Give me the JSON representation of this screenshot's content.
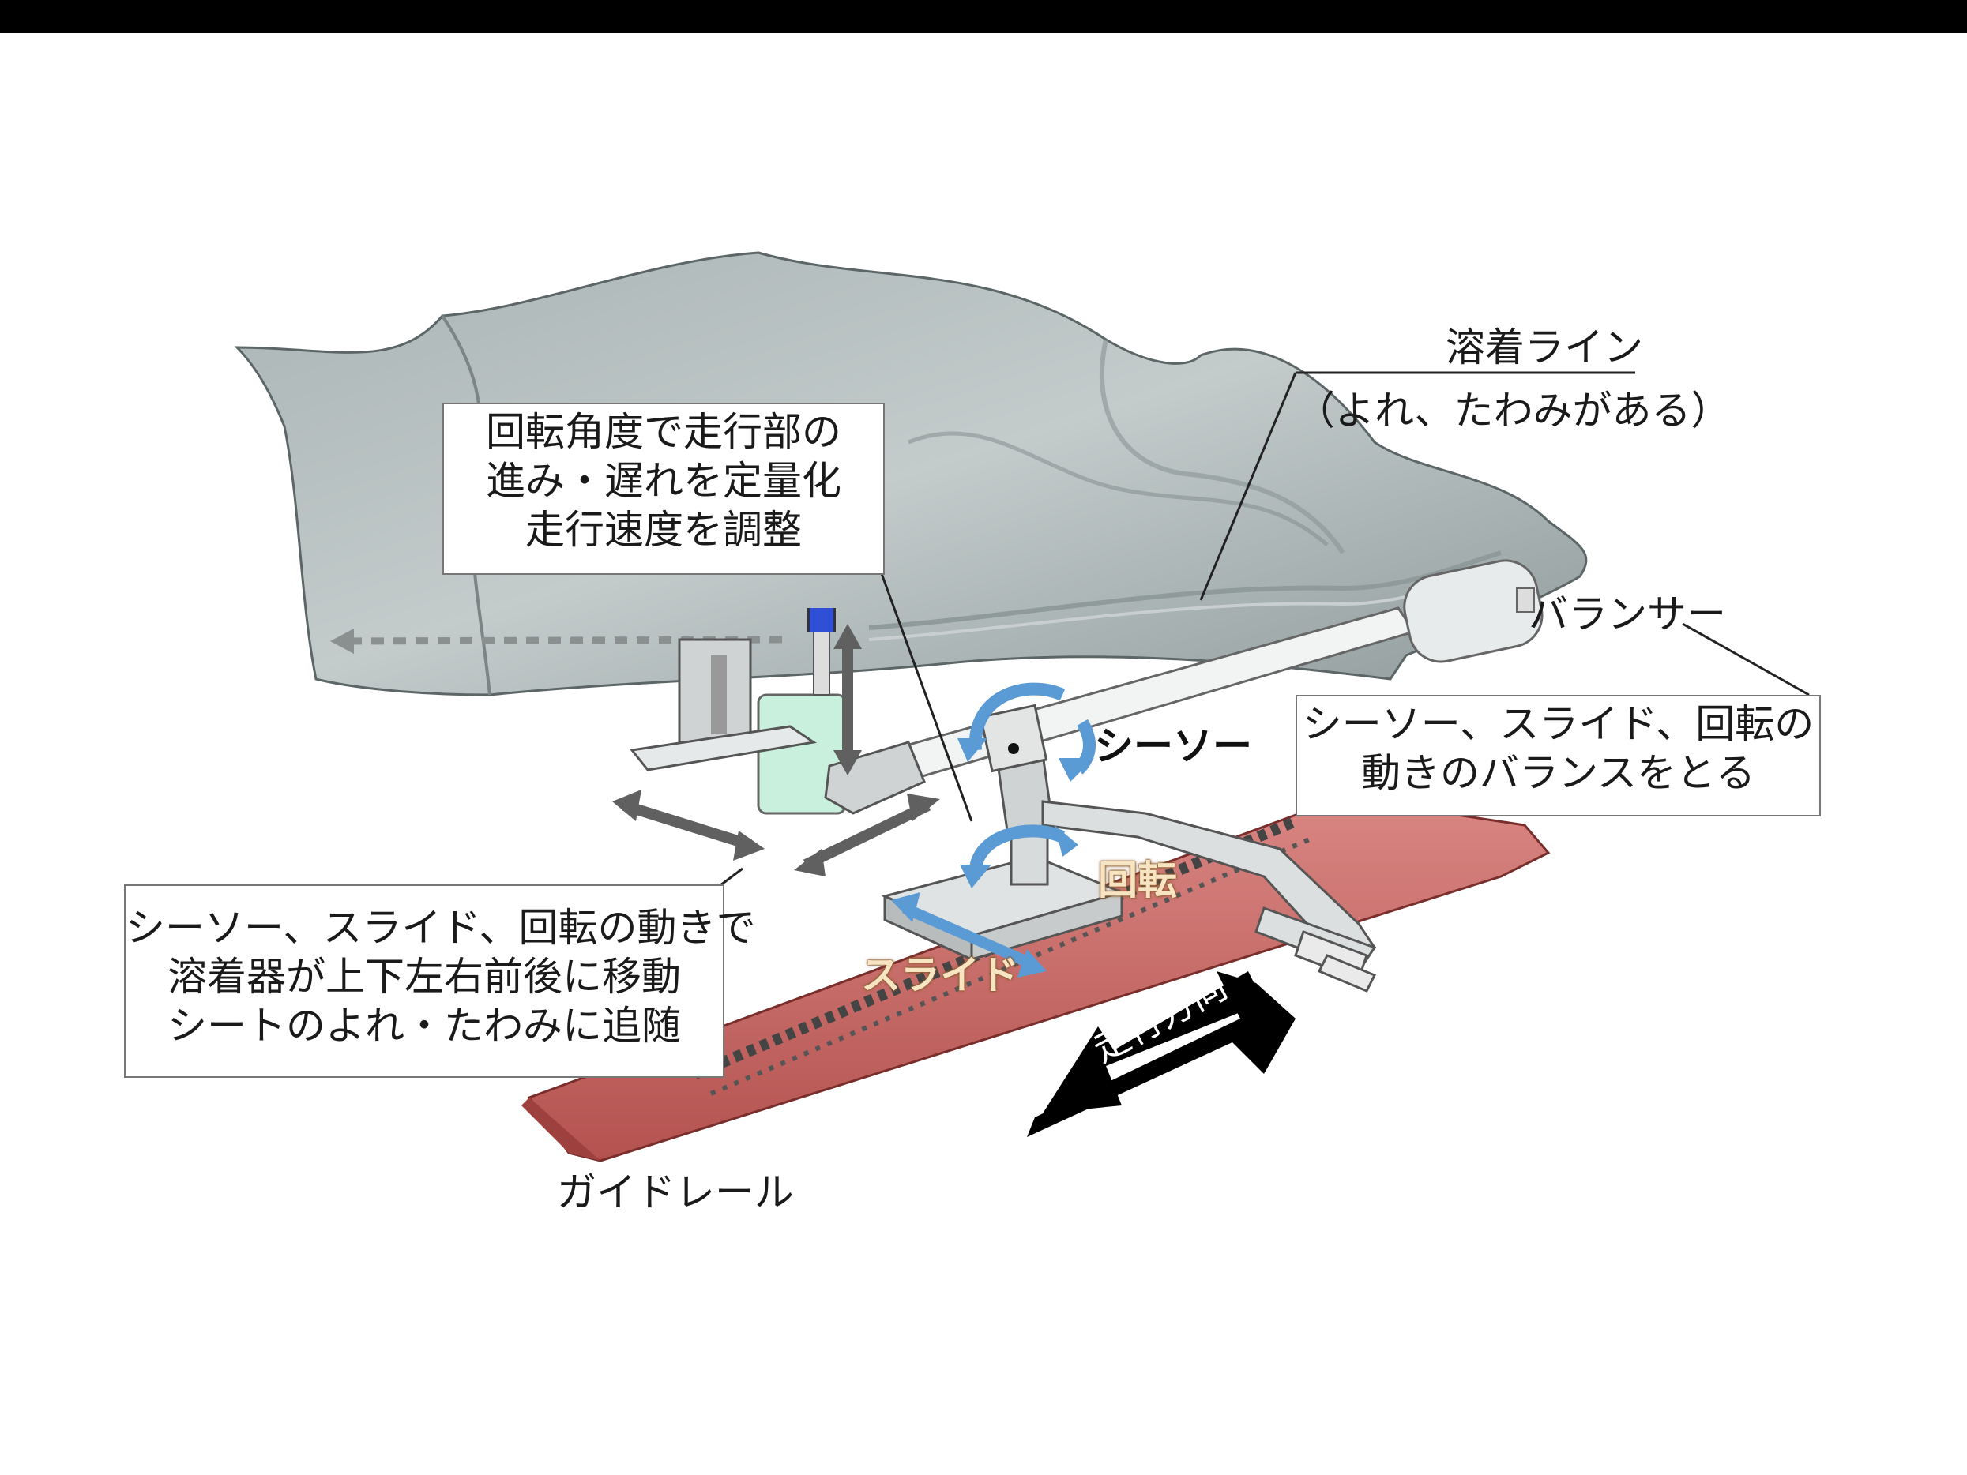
{
  "callouts": {
    "rotation_angle": [
      "回転角度で走行部の",
      "進み・遅れを定量化",
      "走行速度を調整"
    ],
    "weld_line_title": "溶着ライン",
    "weld_line_note": "（よれ、たわみがある）",
    "balancer": "バランサー",
    "balance_note": [
      "シーソー、スライド、回転の",
      "動きのバランスをとる"
    ],
    "follow_note": [
      "シーソー、スライド、回転の動きで",
      "溶着器が上下左右前後に移動",
      "シートのよれ・たわみに追随"
    ],
    "guide_rail": "ガイドレール"
  },
  "motions": {
    "seesaw": "シーソー",
    "rotation": "回転",
    "slide": "スライド"
  },
  "direction_arrow": "走行方向",
  "colors": {
    "sheet": "#a7b0b0",
    "rail": "#c96a66",
    "motion_arrow": "#5b9bd5",
    "direction_arrow": "#000000",
    "cylinder": "#c8f0dc"
  }
}
